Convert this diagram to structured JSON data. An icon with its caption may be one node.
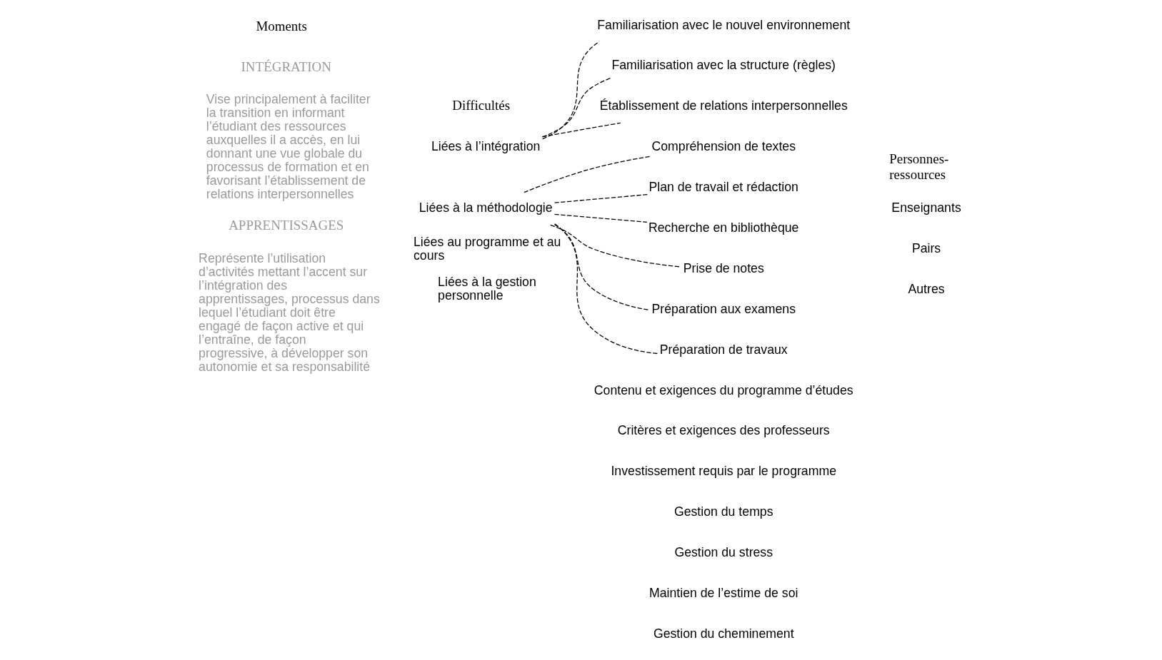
{
  "diagram": {
    "nodes": [
      {
        "text": [
          "Liées à l’intégration"
        ]
      },
      {
        "text": [
          "Familiarisation avec le nouvel environnement"
        ]
      },
      {
        "text": [
          "Familiarisation avec la structure (règles)"
        ]
      },
      {
        "text": [
          "Établissement de relations interpersonnelles"
        ]
      },
      {
        "text": [
          "Liées à la méthodologie"
        ]
      },
      {
        "text": [
          "Compréhension de textes"
        ]
      },
      {
        "text": [
          "Plan de travail et rédaction"
        ]
      },
      {
        "text": [
          "Recherche en bibliothèque"
        ]
      },
      {
        "text": [
          "Prise de notes"
        ]
      },
      {
        "text": [
          "Préparation aux examens"
        ]
      },
      {
        "text": [
          "Préparation de travaux"
        ]
      }
    ],
    "edges": [
      {
        "from": 0,
        "to": 1,
        "arrow": "none",
        "style": "dashed"
      },
      {
        "from": 0,
        "to": 2,
        "arrow": "none",
        "style": "dashed"
      },
      {
        "from": 0,
        "to": 3,
        "arrow": "none",
        "style": "dashed"
      },
      {
        "from": 4,
        "to": 5,
        "arrow": "none",
        "style": "dashed"
      },
      {
        "from": 4,
        "to": 6,
        "arrow": "none",
        "style": "dashed"
      },
      {
        "from": 4,
        "to": 7,
        "arrow": "none",
        "style": "dashed"
      },
      {
        "from": 4,
        "to": 8,
        "arrow": "none",
        "style": "dashed"
      },
      {
        "from": 4,
        "to": 9,
        "arrow": "none",
        "style": "dashed"
      },
      {
        "from": 4,
        "to": 10,
        "arrow": "none",
        "style": "dashed"
      }
    ],
    "labels": [
      "Moments",
      "Difficultés",
      "Personnes-ressources",
      "INTÉGRATION",
      "Vise principalement à faciliter la transition en informant l’étudiant des ressources auxquelles il a accès, en lui donnant une vue globale du processus de formation et en favorisant l’établissement de relations interpersonnelles",
      "APPRENTISSAGES",
      "Représente l’utilisation d’activités mettant l’accent sur l’intégration des apprentissages, processus dans lequel l’étudiant doit être engagé de façon active et qui l’entraîne, de façon progressive, à développer son autonomie et sa responsabilité",
      "Liées au programme et au cours",
      "Contenu et exigences du programme d’études",
      "Critères et exigences des professeurs",
      "Investissement requis par le programme",
      "Enseignants",
      "Pairs",
      "Autres",
      "Liées à la gestion personnelle",
      "Gestion du temps",
      "Gestion du stress",
      "Maintien de l’estime de soi",
      "Gestion du cheminement"
    ]
  }
}
